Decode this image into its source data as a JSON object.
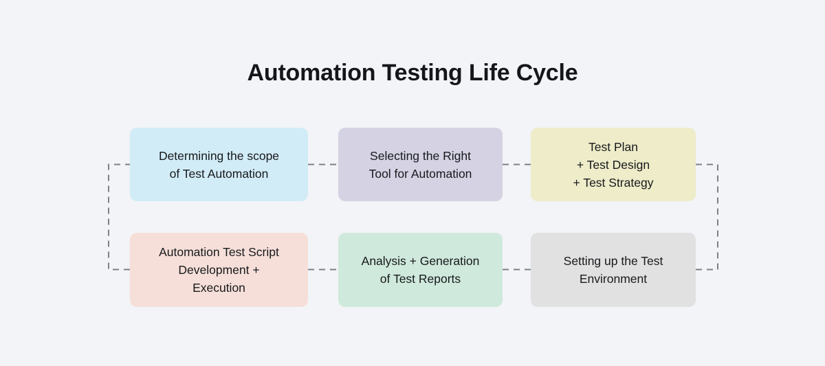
{
  "title": "Automation Testing Life Cycle",
  "background_color": "#f2f4f7",
  "connector_color": "#7b8088",
  "chart_data": {
    "type": "diagram",
    "title": "Automation Testing Life Cycle",
    "layout": "serpentine-flow 3x2",
    "nodes": [
      {
        "id": "stage-1",
        "order": 1,
        "label": "Determining the scope\nof Test Automation",
        "color": "#d2ecf7",
        "row": 1,
        "column": 1
      },
      {
        "id": "stage-2",
        "order": 2,
        "label": "Selecting the Right\nTool for Automation",
        "color": "#d4d2e3",
        "row": 1,
        "column": 2
      },
      {
        "id": "stage-3",
        "order": 3,
        "label": "Test Plan\n+ Test Design\n+ Test Strategy",
        "color": "#eeecc9",
        "row": 1,
        "column": 3
      },
      {
        "id": "stage-4",
        "order": 6,
        "label": "Automation Test Script\nDevelopment +\nExecution",
        "color": "#f6dfd9",
        "row": 2,
        "column": 1
      },
      {
        "id": "stage-5",
        "order": 5,
        "label": "Analysis + Generation\nof Test Reports",
        "color": "#cfe9dc",
        "row": 2,
        "column": 2
      },
      {
        "id": "stage-6",
        "order": 4,
        "label": "Setting up the Test\nEnvironment",
        "color": "#e1e1e1",
        "row": 2,
        "column": 3
      }
    ],
    "edges": [
      {
        "from": "stage-1",
        "to": "stage-2",
        "style": "dashed",
        "shape": "horizontal"
      },
      {
        "from": "stage-2",
        "to": "stage-3",
        "style": "dashed",
        "shape": "horizontal"
      },
      {
        "from": "stage-3",
        "to": "stage-6",
        "style": "dashed",
        "shape": "right-bracket"
      },
      {
        "from": "stage-6",
        "to": "stage-5",
        "style": "dashed",
        "shape": "horizontal"
      },
      {
        "from": "stage-5",
        "to": "stage-4",
        "style": "dashed",
        "shape": "horizontal"
      },
      {
        "from": "stage-4",
        "to": "stage-1",
        "style": "dashed",
        "shape": "left-bracket"
      }
    ]
  }
}
